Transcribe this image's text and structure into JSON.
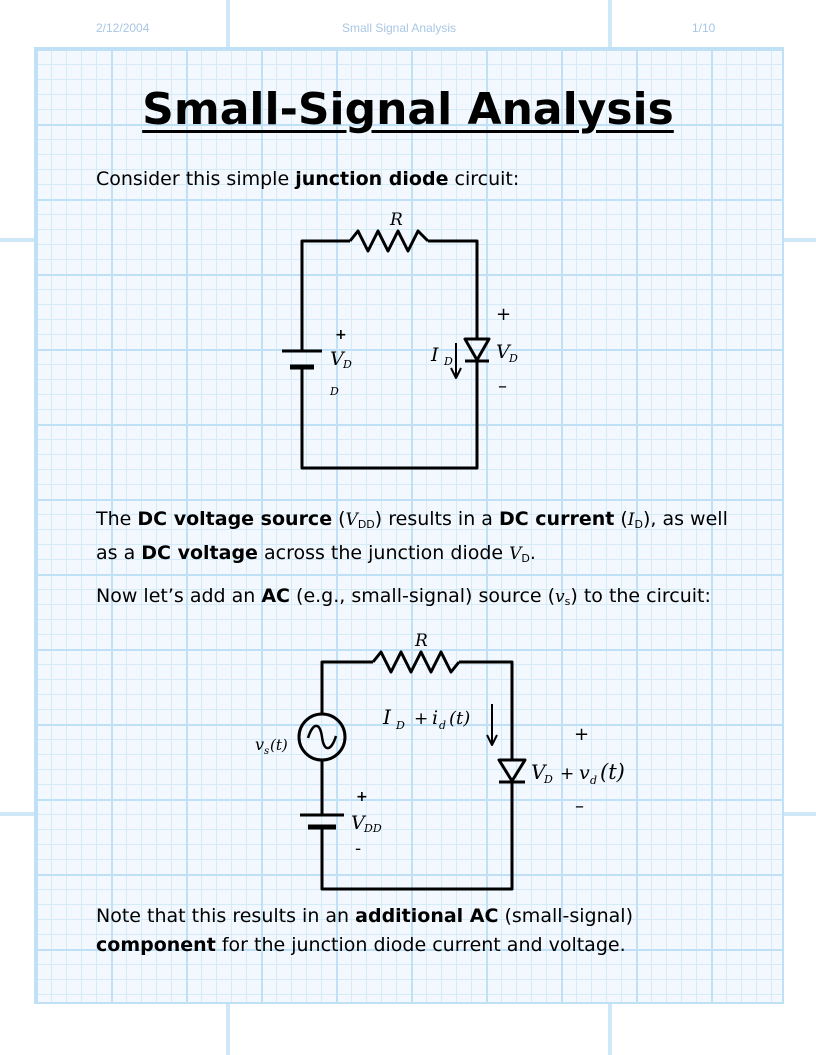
{
  "header": {
    "date": "2/12/2004",
    "title": "Small Signal Analysis",
    "page": "1/10"
  },
  "title": "Small-Signal Analysis",
  "para1": {
    "t1": "Consider this simple ",
    "b1": "junction diode",
    "t2": " circuit:"
  },
  "circuit1": {
    "resistor": "R",
    "source_plus": "+",
    "source_label": "V",
    "source_sub": "D",
    "source_sub2": "D",
    "diode_plus": "+",
    "diode_minus": "–",
    "current_label": "I",
    "current_sub": "D",
    "voltage_label": "V",
    "voltage_sub": "D"
  },
  "para2": {
    "t1": "The ",
    "b1": "DC voltage source",
    "t2": " (",
    "v1": "V",
    "v1sub": "DD",
    "t3": ") results in a ",
    "b2": "DC current",
    "t4": " (",
    "v2": "I",
    "v2sub": "D",
    "t5": "), as well as a ",
    "b3": "DC voltage",
    "t6": " across the junction diode ",
    "v3": "V",
    "v3sub": "D",
    "t7": "."
  },
  "para3": {
    "t1": "Now let’s add an ",
    "b1": "AC",
    "t2": " (e.g., small-signal) source (",
    "v1": "v",
    "v1sub": "s",
    "t3": ") to the circuit:"
  },
  "circuit2": {
    "resistor": "R",
    "ac_label": "v",
    "ac_sub": "s",
    "ac_arg": "(t)",
    "dc_plus": "+",
    "dc_label": "V",
    "dc_sub": "DD",
    "dc_minus": "-",
    "current_expr": "I",
    "current_sub": "D",
    "current_plus": "+",
    "current_ac": "i",
    "current_ac_sub": "d",
    "current_arg": "(t)",
    "diode_plus": "+",
    "diode_minus": "–",
    "voltage_expr": "V",
    "voltage_sub": "D",
    "voltage_plus": "+",
    "voltage_ac": "v",
    "voltage_ac_sub": "d",
    "voltage_arg": "(t)"
  },
  "para4": {
    "t1": "Note that this results in an ",
    "b1": "additional AC",
    "t2": " (small-signal) ",
    "b2": "component",
    "t3": " for the junction diode current and voltage."
  }
}
